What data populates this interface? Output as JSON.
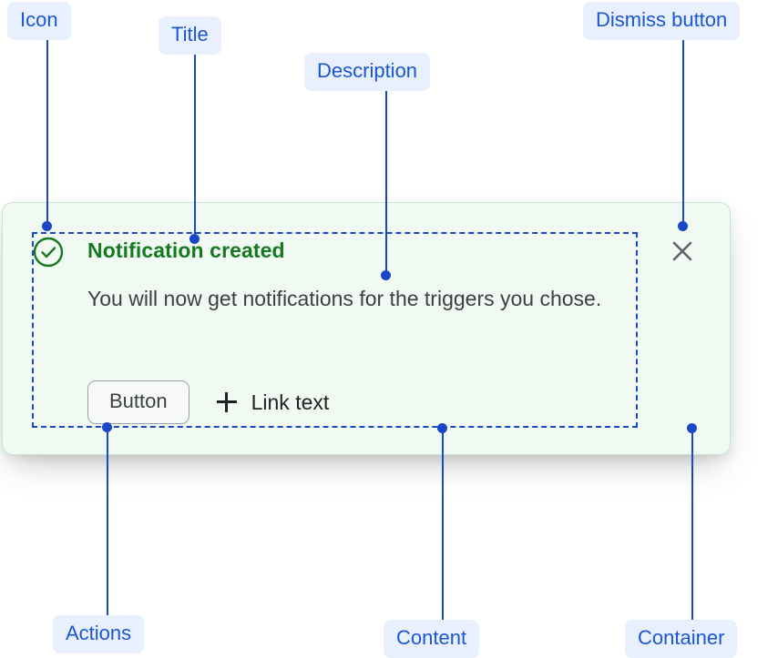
{
  "annotations": [
    {
      "key": "icon",
      "label": "Icon"
    },
    {
      "key": "title",
      "label": "Title"
    },
    {
      "key": "desc",
      "label": "Description"
    },
    {
      "key": "dismiss",
      "label": "Dismiss button"
    },
    {
      "key": "actions",
      "label": "Actions"
    },
    {
      "key": "content",
      "label": "Content"
    },
    {
      "key": "container",
      "label": "Container"
    }
  ],
  "notification": {
    "status": "success",
    "icon_name": "check-circle-icon",
    "title": "Notification created",
    "description": "You will now get notifications for the triggers you chose.",
    "actions": {
      "button_label": "Button",
      "link_label": "Link text",
      "link_icon_name": "plus-icon"
    },
    "dismiss_icon_name": "close-icon"
  },
  "colors": {
    "annotation_blue": "#1a46c8",
    "annotation_pill_bg": "#e9f0fd",
    "annotation_pill_text": "#1a56d6",
    "card_bg": "#f1f9f3",
    "card_border": "#c8e6ce",
    "success_green": "#16791f",
    "body_text": "#3c4043",
    "dismiss_gray": "#5f6368",
    "button_border": "#9aa0a6"
  }
}
